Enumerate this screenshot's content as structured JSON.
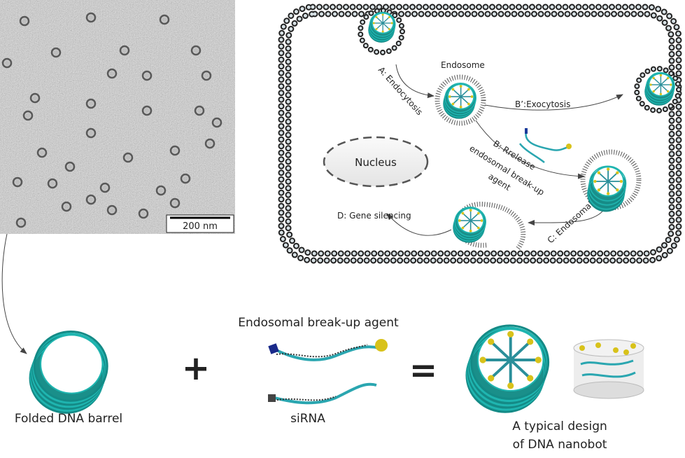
{
  "micrograph": {
    "scale_bar_label": "200 nm"
  },
  "cell": {
    "endosome_label": "Endosome",
    "nucleus_label": "Nucleus",
    "step_a": "A:  Endocytosis",
    "step_b_prime": "B’:Exocytosis",
    "step_b_line1": "B: Rrelease",
    "step_b_line2": "endosomal break-up",
    "step_b_line3": "agent",
    "step_c": "C:  Endosomal escape",
    "step_d": "D: Gene silencing"
  },
  "bottom": {
    "barrel_label": "Folded DNA barrel",
    "plus": "+",
    "agent_label": "Endosomal break-up agent",
    "sirna_label": "siRNA",
    "equals": "=",
    "nanobot_line1": "A typical design",
    "nanobot_line2": "of DNA nanobot"
  },
  "colors": {
    "teal": "#1fb5b0",
    "membrane": "#222222",
    "bead": "#d6e0e4",
    "gold": "#d8c21a"
  }
}
